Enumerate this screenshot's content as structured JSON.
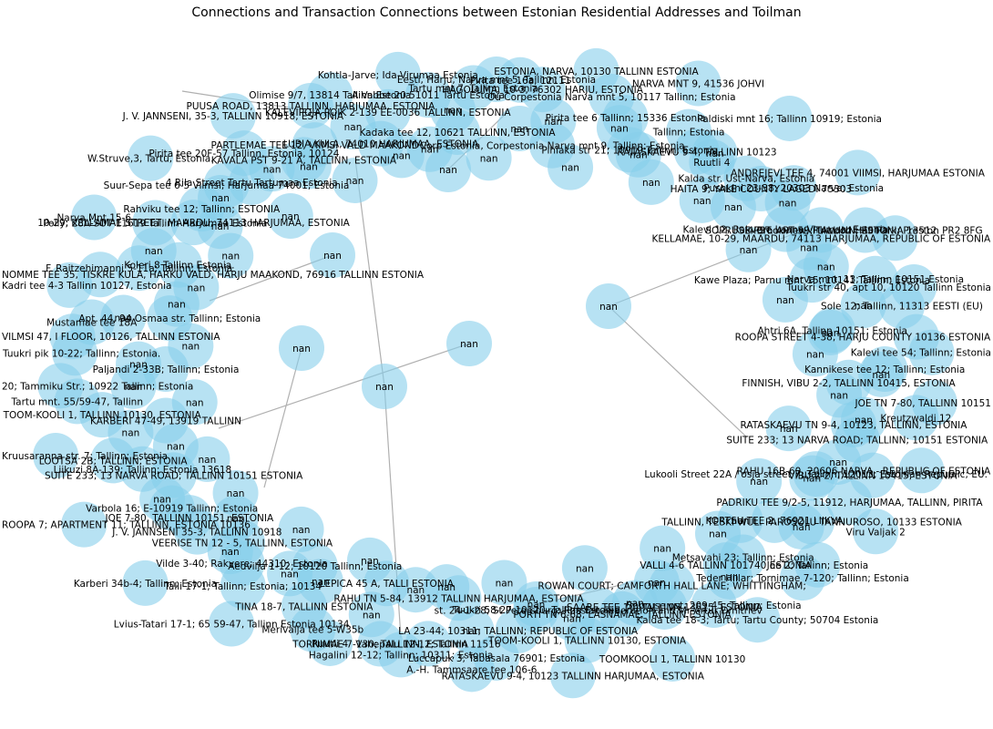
{
  "title": "Connections and Transaction Connections between Estonian Residential Addresses and Toilman",
  "colors": {
    "node": "#87ceeb",
    "edge": "#b0b0b0",
    "text": "#000000"
  },
  "nan_label": "nan",
  "address_labels": [
    "Eesti, Harju, Narva mnt 5, Tallinn; Estonia",
    "Pirita tee 16a; 12111",
    "HAGOLUMA, 10-3, 76302 HARJU, ESTONIA",
    "Corp Estonia, Corpestonia Narva mnt 9, Tallinn; Estonia",
    "ESTONIA, NARVA, 10130 TALLINN ESTONIA",
    "Ou Corpestonia Narva mnt 5, 10117 Tallinn; Estonia",
    "Pirita tee 6 Tallinn; 15336 Estonia",
    "Pihlaka str 21; 10919 Tallinn; Estonia",
    "NARVA MNT 9, 41536 JOHVI",
    "Tallinn; Estonia",
    "RATASKAEVU 9-4, TALLINN 10123",
    "Ruutli 4",
    "Paldiski mnt 16; Tallinn 10919; Estonia",
    "Kalda str. Ust-Narva, Estonia",
    "HAITA 9; YALE COUNTY LAGEDI 75303",
    "Pushkini 23-38; 20303 Narva; Estonia",
    "ANDREJEVI TEE 4, 74001 VIIMSI, HARJUMAA ESTONIA",
    "Kalevi 12, Rakvere Laane-Virumaa; Estonia",
    "SOPRUSE PST. APT 59; TALLINN, ESTONIA 13512",
    "4 Brookview; Fulwood Hall Park; Preston PR2 8FG",
    "KELLAMAE, 10-29, MAARDU, 74113 HARJUMAA, REPUBLIC OF ESTONIA",
    "Kawe Plaza; Parnu mnt 15; 10141 Tallinn; Estonia",
    "Narva mnt. 13; Tallinn 10151 Estonia",
    "Tuukri str 40, apt 10, 10120 Tallinn Estonia",
    "Sole 12; Tallinn, 11313 EESTI (EU)",
    "Ahtri 6A, Tallinn 10151; Estonia",
    "ROOPA STREET 4-38, HARJU COUNTY 10136 ESTONIA",
    "Kalevi tee 54; Tallinn; Estonia",
    "Kannikese tee 12; Tallinn; Estonia",
    "FINNISH, VIBU 2-2, TALLINN 10415, ESTONIA",
    "JOE TN 7-80, TALLINN 10151",
    "Kreutzwaldi 12",
    "RATASKAEVU TN 9-4, 10123, TALLINN, ESTONIA",
    "SUITE 233; 13 NARVA ROAD; TALLINN; 10151 ESTONIA",
    "RAHU 16B-60, 20606 NARVA - REPUBLIC OF ESTONIA",
    "VIBU 2-2, TALLINN 10415, ESTONIA",
    "Lukooli Street 22A / osja street 7; Tallinn; 12013; Estonian Republic; EU.",
    "PADRIKU TEE 9/2-5, 11912, HARJUMAA, TALLINN, PIRITA",
    "Viru Valjak 2",
    "TALLINN, TESKI WUL. PAROSOLU TANNUROSO, 10133 ESTONIA",
    "KORTSU TEE 2, 76921 LIIKVA",
    "Joe 2; Tallinn; Estonia",
    "Teder Hillar; Tornimae 7-120; Tallinn; Estonia",
    "Metsavahi 23; Tallinn; Estonia",
    "VALLI 4-6 TALLINN 101740 ESTONIA",
    "Kalda tee 18-3; Tartu; Tartu County; 50704 Estonia",
    "Sopruse pst. 209-45; Tallinn; Estonia",
    "ROWAN COURT; CAMFORTH HALL LANE; WHITTINGHAM;",
    "SAARE TEE 10, TALLINN 13515, ESTONIA",
    "TOOMKOOLI 1, TALLINN 10130",
    "PORTI TN 6-68, LASNAMAE, TALLINN ESTONIA",
    "st. 24-1-28; St Petersburg; Russian Federation and Mr Artur Dmitriev",
    "TOOM-KOOLI 1, TALLINN 10130, ESTONIA",
    "RATASKAEVU 9-4, 10123 TALLINN HARJUMAA, ESTONIA",
    "Tuukri 58-27 10120, Tallinn Estonia",
    "LA 23-44; 10311; TALLINN; REPUBLIC OF ESTONIA",
    "Luccapuk 3; Tabasala 76901; Estonia",
    "A.-H. Tammsaare tee 106-6",
    "RAHU TN 5-84, 13912 TALLINN HARJUMAA, ESTONIA",
    "Vahepalu 12-12; Tallinn 11516",
    "Hagalini 12-12; Tallinn; 10311; Estonia",
    "TORNIMAE 7-130; TALLINN; ESTONIA",
    "LEPICA 45 A, TALLI ESTONIA",
    "Ruutli 4",
    "Merivalja tee 5-W35b",
    "TINA 18-7, TALLINN ESTONIA",
    "Aedvilja 1-12; 10120 Tallinn; Estonia",
    "Lvius-Tatari 17-1; 65 59-47, Tallinn Estonia 10134",
    "Talli 17-1; Tallinn; Estonia; 10134",
    "Vilde 3-40; Rakvere; 44310; Estonia",
    "VEERISE TN 12 - 5, TALLINN, ESTONIA",
    "Karberi 34b-4; Tallinn; Estonia",
    "J. V. JANNSENI 35-3, TALLINN 10918",
    "JOE 7-80, TALLINN 10151, ESTONIA",
    "Varbola 16; E-10919 Tallinn; Estonia",
    "ROOPA 7; APARTMENT 11; TALLINN, ESTONIA 10136",
    "SUITE 233; 13 NARVA ROAD; TALLINN 10151 ESTONIA",
    "Liikuzi 8A-139; Tallinn; Estonia 13618",
    "LOOTSA 2B; TALLINN; ESTONIA",
    "Kruusaranna str. 7; Tallinn; Estonia",
    "KARBERI 47-49, 13919 TALLINN",
    "TOOM-KOOLI 1, TALLINN 10130, ESTONIA",
    "Tartu mnt. 55/59-47, Tallinn",
    "20; Tammiku Str.; 10922 Tallinn; Estonia",
    "Paljandi 2-33B; Tallinn; Estonia",
    "Tuukri pik 10-22; Tallinn; Estonia.",
    "VILMSI 47, I FLOOR, 10126, TALLINN ESTONIA",
    "Mustamae tee 18A",
    "Apt. 44, 94 Osmaa str. Tallinn; Estonia",
    "Kadri tee 4-3 Tallinn 10127, Estonia",
    "NOMME TEE 35, TISKRE KULA, HARKU VALD, HARJU MAAKOND, 76916 TALLINN ESTONIA",
    "F. Raitzehimanni 5-11a; Tallinn; Estonia",
    "Koleri 8 Tallinn Estonia.",
    "Narva Mnt 15-6",
    "Polly; 28A-SUT 11619 Tallinn Harjumaa Estonia",
    "10-29, KELLAMAE STREET, MAARDU, 74113 HARJUMAA, ESTONIA",
    "Rahviku tee 12; Tallinn; ESTONIA",
    "W.Struve,3, Tartu, Estonia.",
    "Suur-Sepa tee 6-5 Viimsi; Harjumaa 74001; Estonia",
    "4 Rila Street Tartu Tartumaa Estonia",
    "Pirita tee 20F-57 Tallinn, Estonia, 10124",
    "J. V. JANNSENI, 35-3, TALLINN 10918, ESTONIA",
    "KAVALA PST 9-21 A, TALLINN, ESTONIA",
    "PARTLEMAE TEE 12, VIIMSI VALD MAAKOND",
    "PUUSA ROAD, 13813 TALLINN, HARJUMAA, ESTONIA",
    "Olimise 9/7, 13814 Tallinn Estonia",
    "LUBIA KULA, 74010 HARJUMAA, ESTONIA",
    "KALEVIPOJA POIK 2-139 EE-0036 TALLINN, ESTONIA",
    "Kohtla-Jarve; Ida-Virumaa Estonia",
    "A Vabbe 20 51011 Tartu Estonia",
    "Kadaka tee 12, 10621 TALLINN, ESTONIA",
    "Tartu mnt 7, Tallinn Estonia"
  ]
}
